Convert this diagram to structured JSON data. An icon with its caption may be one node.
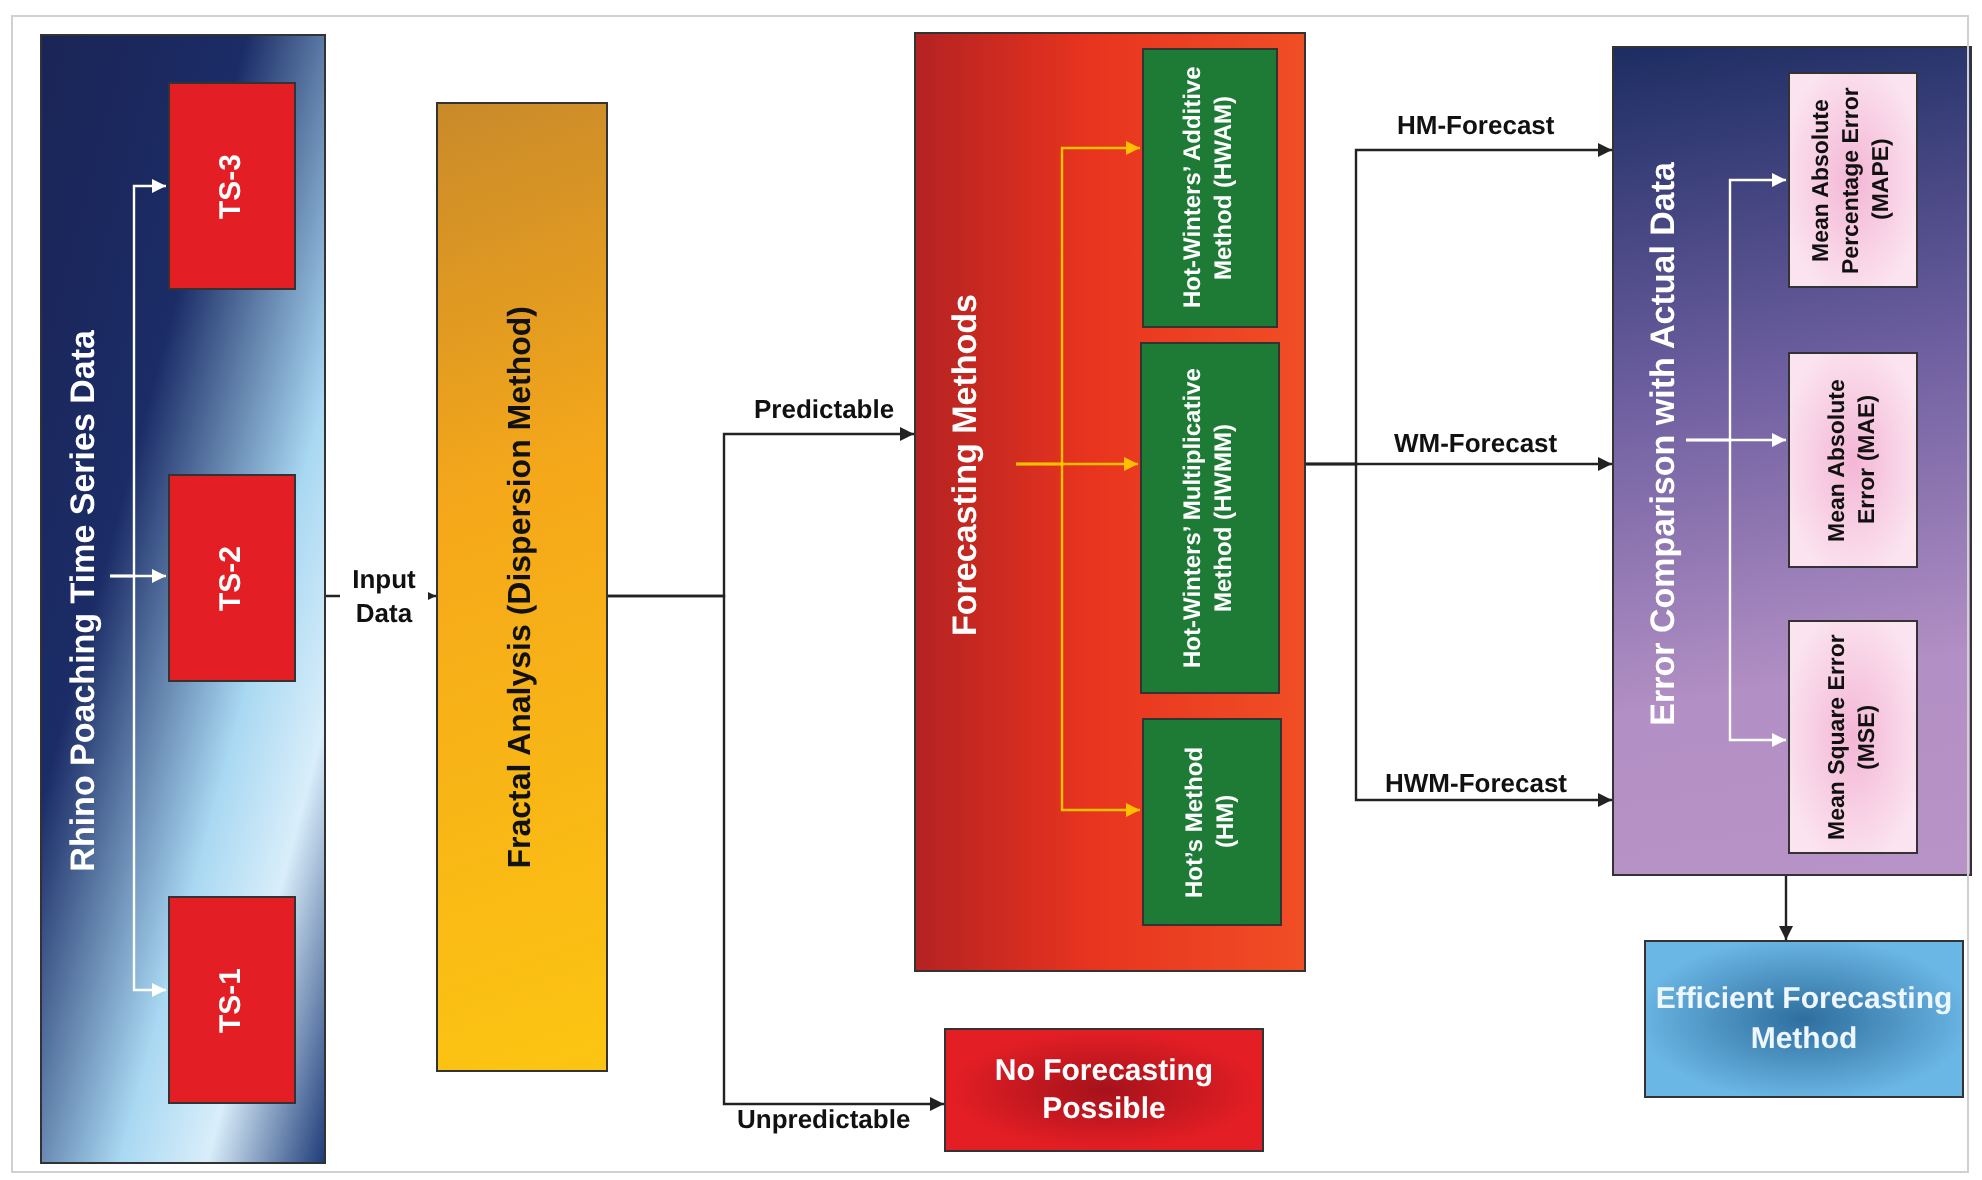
{
  "diagram": {
    "nodes": [
      {
        "text": [
          "Rhino Poaching Time Series Data"
        ]
      },
      {
        "text": [
          "TS-3"
        ],
        "in": 0
      },
      {
        "text": [
          "TS-2"
        ],
        "in": 0
      },
      {
        "text": [
          "TS-1"
        ],
        "in": 0
      },
      {
        "text": [
          "Fractal Analysis (Dispersion Method)"
        ]
      },
      {
        "text": [
          "Forecasting Methods"
        ]
      },
      {
        "text": [
          "Hot-Winters’ Additive Method (HWAM)"
        ],
        "in": 5
      },
      {
        "text": [
          "Hot-Winters’ Multiplicative Method (HWMM)"
        ],
        "in": 5
      },
      {
        "text": [
          "Hot’s Method (HM)"
        ],
        "in": 5
      },
      {
        "text": [
          "No Forecasting Possible"
        ]
      },
      {
        "text": [
          "Error Comparison with Actual Data"
        ]
      },
      {
        "text": [
          "Mean Absolute Percentage Error (MAPE)"
        ],
        "in": 10
      },
      {
        "text": [
          "Mean Absolute Error (MAE)"
        ],
        "in": 10
      },
      {
        "text": [
          "Mean Square Error (MSE)"
        ],
        "in": 10
      },
      {
        "text": [
          "Efficient Forecasting Method"
        ]
      }
    ],
    "edges": [
      {
        "from": null,
        "to": 1,
        "arrow": "to",
        "color": "#ffffff"
      },
      {
        "from": null,
        "to": 2,
        "arrow": "to",
        "color": "#ffffff"
      },
      {
        "from": null,
        "to": 3,
        "arrow": "to",
        "color": "#ffffff"
      },
      {
        "from": 0,
        "to": 4,
        "arrow": "to",
        "label": "Input Data"
      },
      {
        "from": 4,
        "to": 5,
        "arrow": "to",
        "label": "Predictable"
      },
      {
        "from": 4,
        "to": 9,
        "arrow": "to",
        "label": "Unpredictable"
      },
      {
        "from": null,
        "to": 6,
        "arrow": "to",
        "color": "#ffc000"
      },
      {
        "from": null,
        "to": 7,
        "arrow": "to",
        "color": "#ffc000"
      },
      {
        "from": null,
        "to": 8,
        "arrow": "to",
        "color": "#ffc000"
      },
      {
        "from": 5,
        "to": 10,
        "arrow": "to",
        "label": "HM-Forecast"
      },
      {
        "from": 5,
        "to": 10,
        "arrow": "to",
        "label": "WM-Forecast"
      },
      {
        "from": 5,
        "to": 10,
        "arrow": "to",
        "label": "HWM-Forecast"
      },
      {
        "from": null,
        "to": 11,
        "arrow": "to",
        "color": "#ffffff"
      },
      {
        "from": null,
        "to": 12,
        "arrow": "to",
        "color": "#ffffff"
      },
      {
        "from": null,
        "to": 13,
        "arrow": "to",
        "color": "#ffffff"
      },
      {
        "from": 10,
        "to": 14,
        "arrow": "to"
      }
    ]
  }
}
